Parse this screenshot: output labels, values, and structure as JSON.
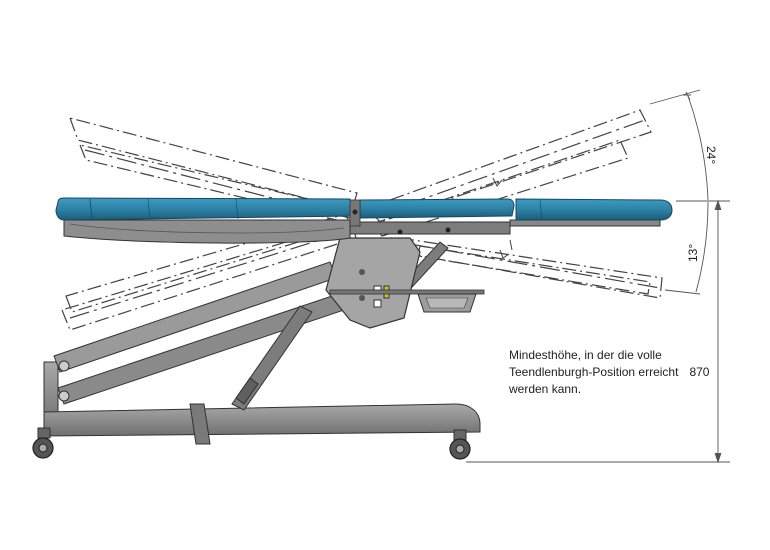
{
  "colors": {
    "upholstery": "#2b7fa3",
    "upholstery_dark": "#1f5f7e",
    "frame": "#8d8d8d",
    "frame_dark": "#5a5a5a",
    "phantom_line": "#444444",
    "dimension_line": "#555555"
  },
  "annotations": {
    "angle_upper": "24°",
    "angle_lower": "13°",
    "height_value": "870",
    "note_line1": "Mindesthöhe, in der die volle",
    "note_line2": "Teendlenburgh-Position erreicht",
    "note_line3": "werden kann."
  }
}
